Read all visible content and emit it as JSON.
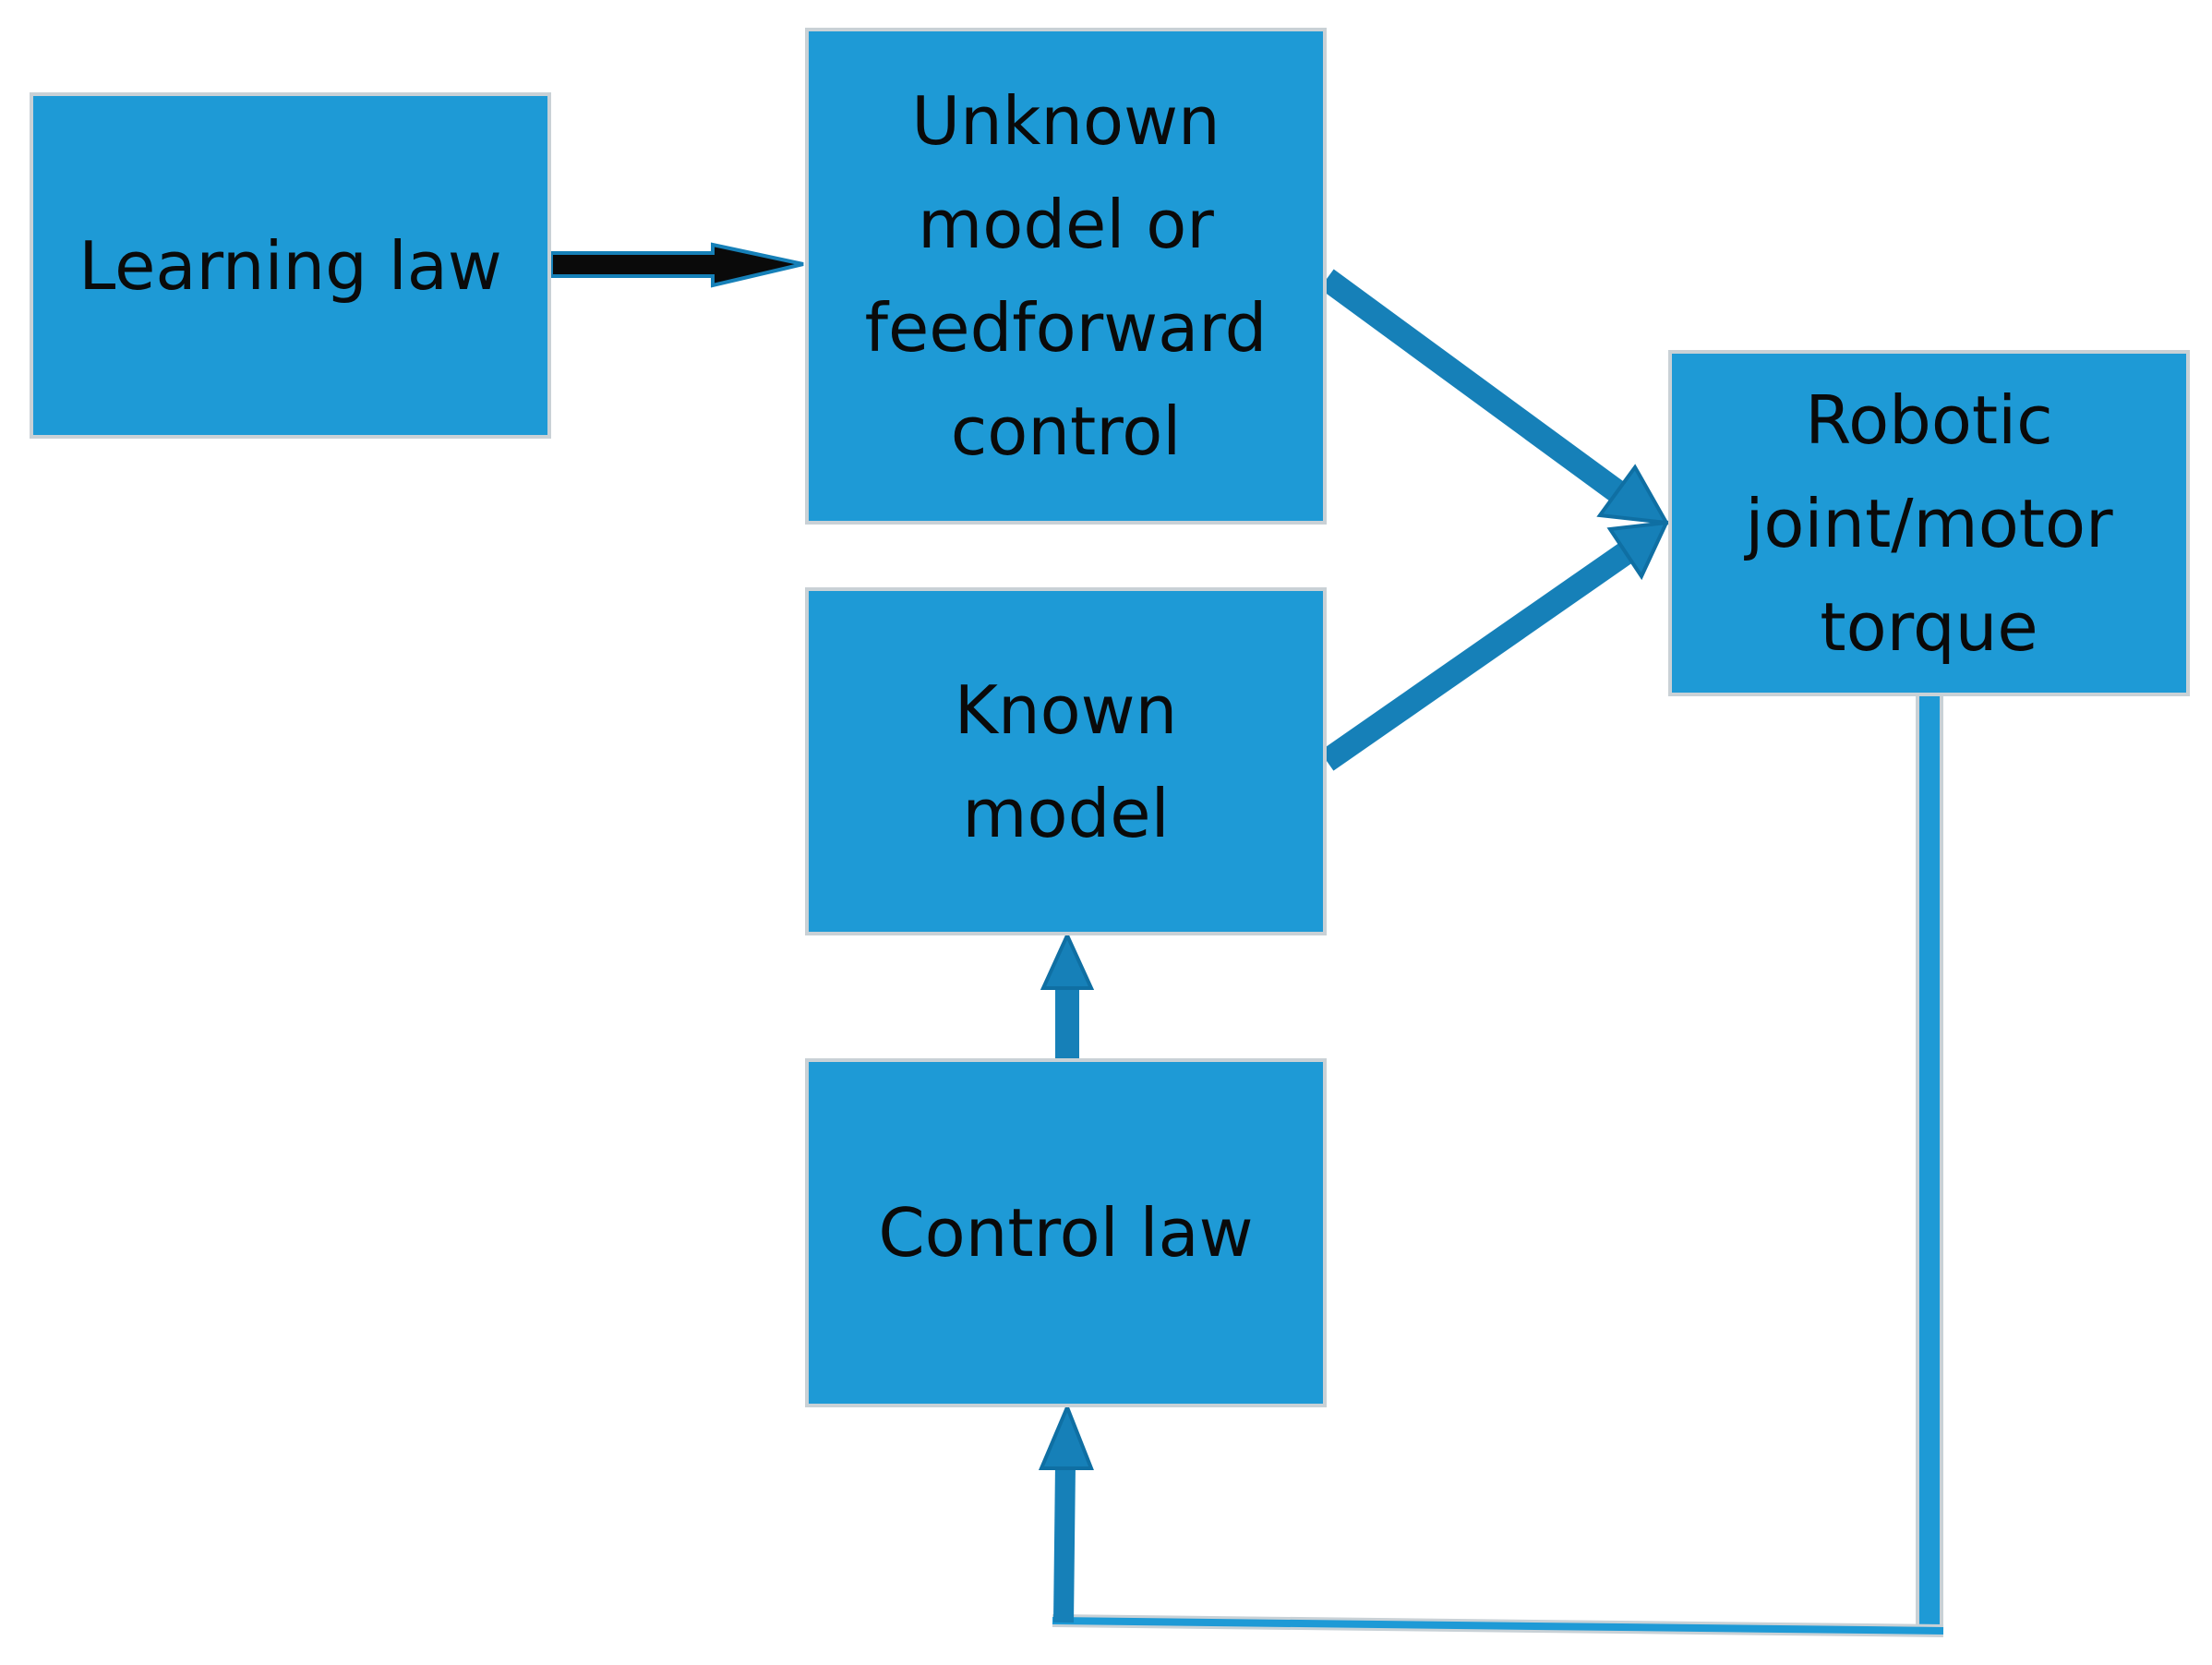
{
  "diagram": {
    "boxes": {
      "learning_law": "Learning law",
      "unknown_model": "Unknown\nmodel or\nfeedforward\ncontrol",
      "known_model": "Known\nmodel",
      "control_law": "Control law",
      "robotic_torque": "Robotic\njoint/motor\ntorque"
    },
    "colors": {
      "box_fill": "#1e9ad6",
      "box_border": "#c9d1d6",
      "arrow_blue": "#1680b8",
      "arrow_outline": "#0f6fa3",
      "arrow_black": "#0a0a0a",
      "text": "#0a0a0a"
    },
    "connections": [
      {
        "from": "learning_law",
        "to": "unknown_model"
      },
      {
        "from": "unknown_model",
        "to": "robotic_torque"
      },
      {
        "from": "known_model",
        "to": "robotic_torque"
      },
      {
        "from": "control_law",
        "to": "known_model"
      },
      {
        "from": "robotic_torque",
        "to": "control_law"
      }
    ]
  }
}
